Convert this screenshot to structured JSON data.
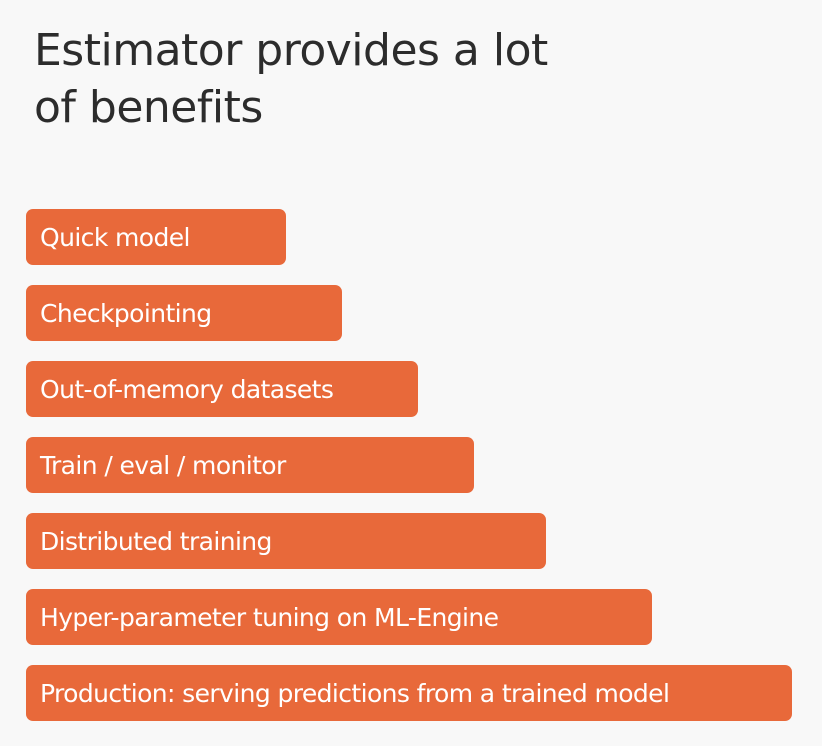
{
  "slide": {
    "title_line1": "Estimator provides a lot",
    "title_line2": "of benefits",
    "bar_color": "#e8693a",
    "benefits": [
      "Quick model",
      "Checkpointing",
      "Out-of-memory datasets",
      "Train / eval / monitor",
      "Distributed training",
      "Hyper-parameter tuning on ML-Engine",
      "Production: serving predictions from a trained model"
    ]
  }
}
